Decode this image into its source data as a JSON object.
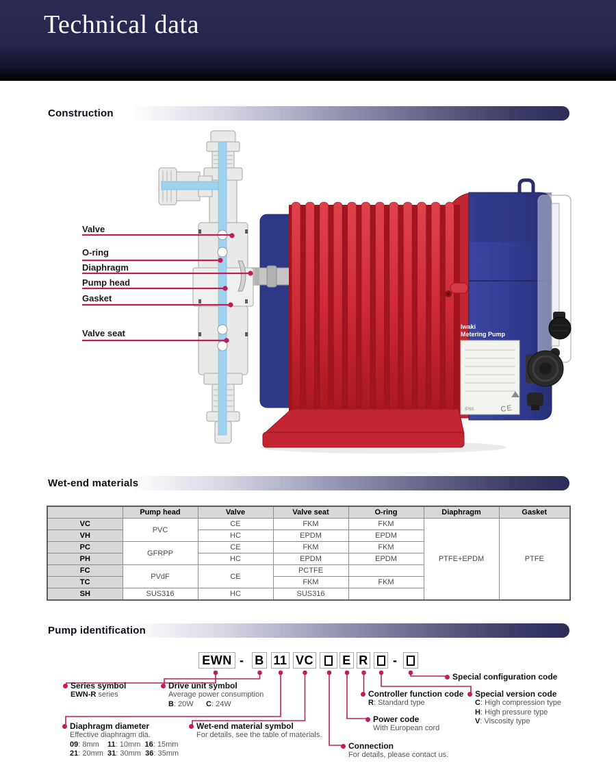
{
  "colors": {
    "accent": "#c01e5a",
    "banner_top": "#2b2b55",
    "bar_dark": "#2c2c5a",
    "pump_red": "#c32631",
    "pump_blue": "#323b8e",
    "flow_blue": "#9fd2ef",
    "table_header_bg": "#d8d8d8"
  },
  "page": {
    "title": "Technical data"
  },
  "construction": {
    "section_title": "Construction",
    "labels": [
      {
        "id": "valve",
        "text": "Valve"
      },
      {
        "id": "oring",
        "text": "O-ring"
      },
      {
        "id": "diaphragm",
        "text": "Diaphragm"
      },
      {
        "id": "pumphead",
        "text": "Pump head"
      },
      {
        "id": "gasket",
        "text": "Gasket"
      },
      {
        "id": "valveseat",
        "text": "Valve seat"
      }
    ],
    "pump_sticker": {
      "brand_line1": "Iwaki",
      "brand_line2": "Metering Pump",
      "ip_rating": "IP65",
      "ce_mark": "CE"
    }
  },
  "wet_end": {
    "section_title": "Wet-end materials",
    "table": {
      "headers": [
        "",
        "Pump head",
        "Valve",
        "Valve seat",
        "O-ring",
        "Diaphragm",
        "Gasket"
      ],
      "rows": [
        {
          "label": "VC",
          "cells": [
            {
              "t": "PVC",
              "rs": 2
            },
            {
              "t": "CE"
            },
            {
              "t": "FKM"
            },
            {
              "t": "FKM"
            },
            {
              "t": "PTFE+EPDM",
              "rs": 7
            },
            {
              "t": "PTFE",
              "rs": 7
            }
          ]
        },
        {
          "label": "VH",
          "cells": [
            {
              "t": "HC"
            },
            {
              "t": "EPDM"
            },
            {
              "t": "EPDM"
            }
          ]
        },
        {
          "label": "PC",
          "cells": [
            {
              "t": "GFRPP",
              "rs": 2
            },
            {
              "t": "CE"
            },
            {
              "t": "FKM"
            },
            {
              "t": "FKM"
            }
          ]
        },
        {
          "label": "PH",
          "cells": [
            {
              "t": "HC"
            },
            {
              "t": "EPDM"
            },
            {
              "t": "EPDM"
            }
          ]
        },
        {
          "label": "FC",
          "cells": [
            {
              "t": "PVdF",
              "rs": 2
            },
            {
              "t": "CE",
              "rs": 2
            },
            {
              "t": "PCTFE"
            },
            {
              "t": ""
            }
          ]
        },
        {
          "label": "TC",
          "cells": [
            {
              "t": "FKM"
            },
            {
              "t": "FKM"
            }
          ]
        },
        {
          "label": "SH",
          "cells": [
            {
              "t": "SUS316"
            },
            {
              "t": "HC"
            },
            {
              "t": "SUS316"
            },
            {
              "t": ""
            }
          ]
        }
      ]
    }
  },
  "pump_id": {
    "section_title": "Pump identification",
    "code": [
      {
        "t": "EWN",
        "boxed": true
      },
      {
        "t": "-",
        "boxed": false
      },
      {
        "t": "B",
        "boxed": true
      },
      {
        "t": "11",
        "boxed": true
      },
      {
        "t": "VC",
        "boxed": true
      },
      {
        "t": "",
        "boxed": true,
        "square": true
      },
      {
        "t": "E",
        "boxed": true
      },
      {
        "t": "R",
        "boxed": true
      },
      {
        "t": "",
        "boxed": true,
        "square": true
      },
      {
        "t": "-",
        "boxed": false
      },
      {
        "t": "",
        "boxed": true,
        "square": true
      }
    ],
    "callouts": [
      {
        "id": "series",
        "title": "Series symbol",
        "lines": [
          [
            {
              "t": "EWN-R",
              "b": true
            },
            {
              "t": " series"
            }
          ]
        ]
      },
      {
        "id": "drive",
        "title": "Drive unit symbol",
        "lines": [
          [
            {
              "t": "Average power consumption"
            }
          ],
          [
            {
              "t": "B",
              "b": true
            },
            {
              "t": ": 20W      "
            },
            {
              "t": "C",
              "b": true
            },
            {
              "t": ": 24W"
            }
          ]
        ]
      },
      {
        "id": "diaphragm_dia",
        "title": "Diaphragm diameter",
        "lines": [
          [
            {
              "t": "Effective diaphragm dia."
            }
          ],
          [
            {
              "t": "09",
              "b": true
            },
            {
              "t": ": 8mm    "
            },
            {
              "t": "11",
              "b": true
            },
            {
              "t": ": 10mm  "
            },
            {
              "t": "16",
              "b": true
            },
            {
              "t": ": 15mm"
            }
          ],
          [
            {
              "t": "21",
              "b": true
            },
            {
              "t": ": 20mm  "
            },
            {
              "t": "31",
              "b": true
            },
            {
              "t": ": 30mm  "
            },
            {
              "t": "36",
              "b": true
            },
            {
              "t": ": 35mm"
            }
          ]
        ]
      },
      {
        "id": "wetend_material",
        "title": "Wet-end material symbol",
        "lines": [
          [
            {
              "t": "For details, see the table of materials."
            }
          ]
        ]
      },
      {
        "id": "special_config",
        "title": "Special configuration code",
        "lines": []
      },
      {
        "id": "controller",
        "title": "Controller function code",
        "lines": [
          [
            {
              "t": "R",
              "b": true
            },
            {
              "t": ": Standard type"
            }
          ]
        ]
      },
      {
        "id": "special_version",
        "title": "Special version code",
        "lines": [
          [
            {
              "t": "C",
              "b": true
            },
            {
              "t": ": High compression type"
            }
          ],
          [
            {
              "t": "H",
              "b": true
            },
            {
              "t": ": High pressure type"
            }
          ],
          [
            {
              "t": "V",
              "b": true
            },
            {
              "t": ": Viscosity type"
            }
          ]
        ]
      },
      {
        "id": "power",
        "title": "Power code",
        "lines": [
          [
            {
              "t": "With European cord"
            }
          ]
        ]
      },
      {
        "id": "connection",
        "title": "Connection",
        "lines": [
          [
            {
              "t": "For details, please contact us."
            }
          ]
        ]
      }
    ]
  }
}
